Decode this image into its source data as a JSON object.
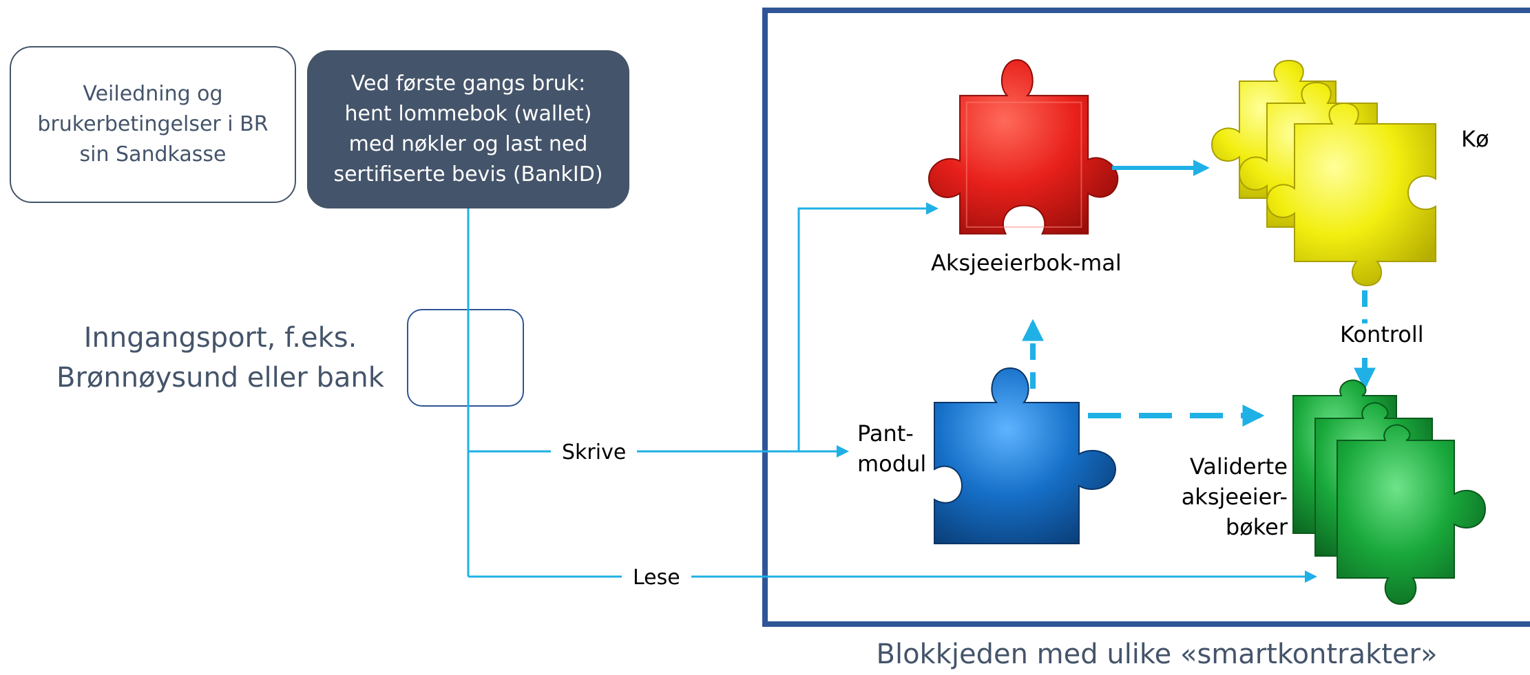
{
  "boxes": {
    "guide": [
      "Veiledning og",
      "brukerbetingelser i BR",
      "sin Sandkasse"
    ],
    "wallet": [
      "Ved første gangs bruk:",
      "hent lommebok (wallet)",
      "med nøkler og last ned",
      "sertifiserte bevis (BankID)"
    ]
  },
  "entry": [
    "Inngangsport, f.eks.",
    "Brønnøysund eller bank"
  ],
  "flows": {
    "write": "Skrive",
    "read": "Lese"
  },
  "modules": {
    "template": "Aksjeeierbok-mal",
    "queue": "Kø",
    "control": "Kontroll",
    "pledge": [
      "Pant-",
      "modul"
    ],
    "validated": [
      "Validerte",
      "aksjeeier-",
      "bøker"
    ]
  },
  "chain_caption": "Blokkjeden med ulike «smartkontrakter»",
  "colors": {
    "dark_box": "#44546a",
    "frame": "#2f5597",
    "arrow": "#1fb0e6",
    "red": "#e8201b",
    "yellow": "#f2ee10",
    "blue": "#1670c8",
    "green": "#19a83b"
  },
  "icons": {
    "puzzle": "puzzle-piece-icon"
  }
}
